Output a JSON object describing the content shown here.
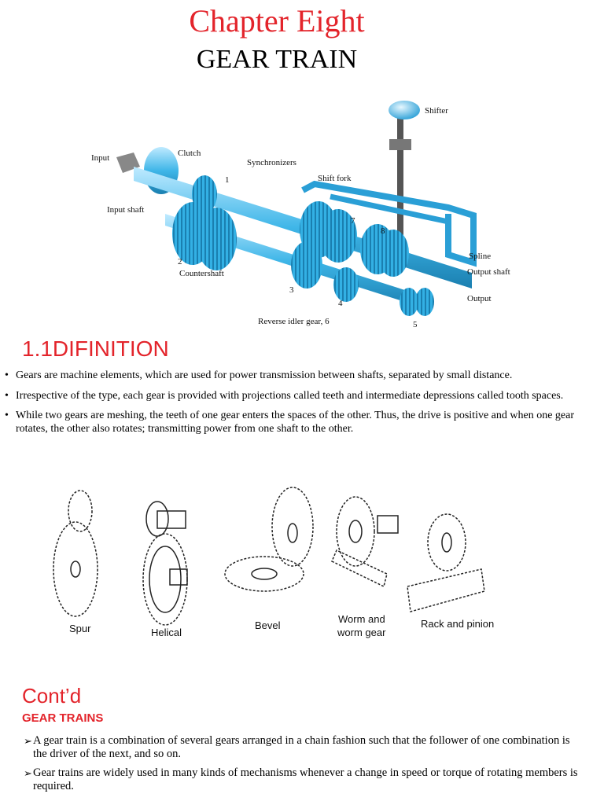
{
  "header": {
    "chapter": "Chapter  Eight",
    "title": "GEAR TRAIN"
  },
  "gearbox_figure": {
    "labels": {
      "input": "Input",
      "clutch": "Clutch",
      "synchronizers": "Synchronizers",
      "shift_fork": "Shift fork",
      "shifter": "Shifter",
      "input_shaft": "Input shaft",
      "spline": "Spline",
      "output_shaft": "Output shaft",
      "countershaft": "Countershaft",
      "output": "Output",
      "reverse_idler": "Reverse idler gear, 6"
    },
    "numbers": [
      "1",
      "2",
      "3",
      "4",
      "5",
      "7",
      "8"
    ]
  },
  "section1": {
    "heading": "1.1DIFINITION",
    "bullets": [
      "Gears are machine elements, which are used for power transmission between shafts, separated by small distance.",
      " Irrespective of the type, each gear is provided with projections called teeth and intermediate depressions called tooth spaces.",
      "While two gears are meshing, the teeth of one gear enters the spaces of the other. Thus, the drive is positive and when one gear rotates, the other also rotates; transmitting power from one shaft to the other."
    ]
  },
  "gear_types_figure": {
    "labels": [
      "Spur",
      "Helical",
      "Bevel",
      "Worm and",
      "worm gear",
      "Rack and pinion"
    ]
  },
  "section2": {
    "heading": "Cont’d",
    "subheading": "GEAR TRAINS",
    "items": [
      "A gear train is a combination of several gears arranged in a chain fashion such that the follower of one combination is the driver of the next, and so on.",
      "Gear trains are widely used in many kinds of mechanisms whenever a change in speed or torque of rotating members is required."
    ]
  }
}
